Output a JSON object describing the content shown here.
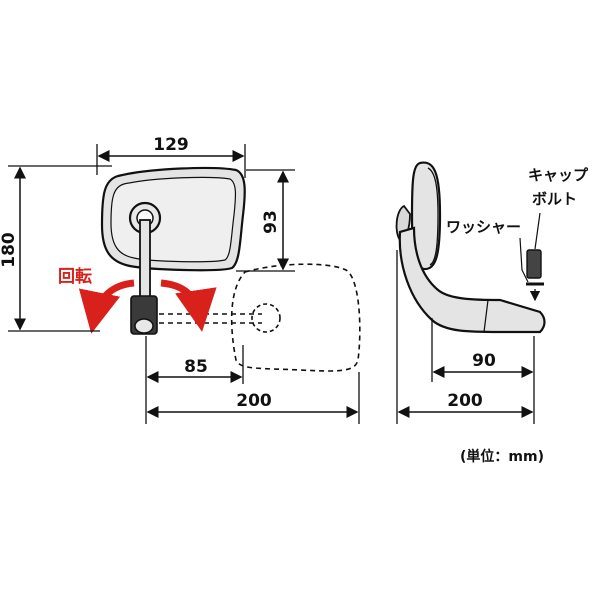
{
  "diagram": {
    "front_view": {
      "width_label": "129",
      "height_label": "180",
      "mirror_height_label": "93",
      "offset_label": "85",
      "total_width_label": "200",
      "rotation_label": "回転"
    },
    "side_view": {
      "depth_label": "90",
      "total_label": "200",
      "cap_bolt_line1": "キャップ",
      "cap_bolt_line2": "ボルト",
      "washer_label": "ワッシャー"
    },
    "unit_note": "(単位：mm)",
    "colors": {
      "line": "#111111",
      "accent_red": "#d9211c",
      "mirror_fill": "#e4e4e4"
    }
  }
}
